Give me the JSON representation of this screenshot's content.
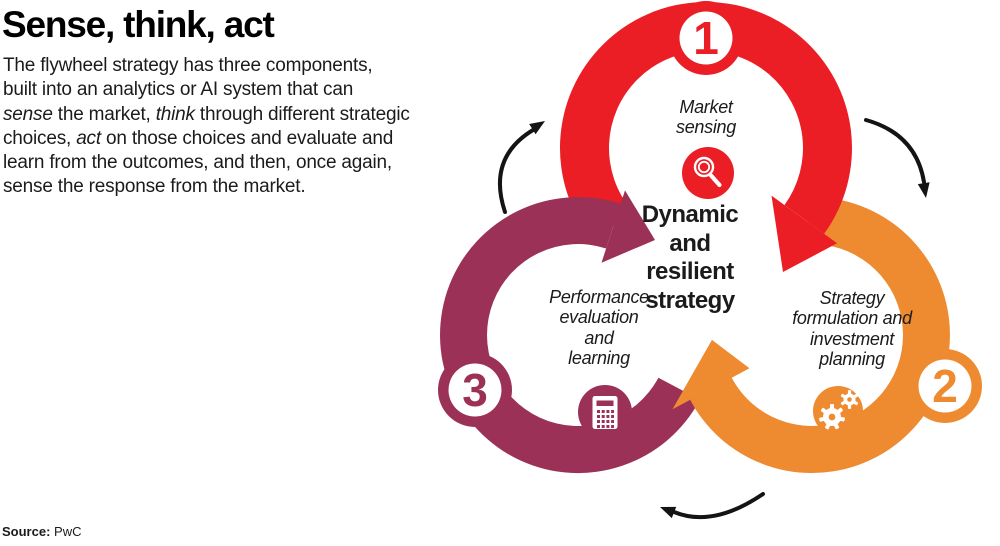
{
  "title": "Sense, think, act",
  "intro": {
    "lines": [
      [
        {
          "t": "The flywheel strategy has three components,"
        }
      ],
      [
        {
          "t": "built into an analytics or AI system that can"
        }
      ],
      [
        {
          "t": "sense",
          "i": true
        },
        {
          "t": " the market, "
        },
        {
          "t": "think",
          "i": true
        },
        {
          "t": " through different strategic"
        }
      ],
      [
        {
          "t": "choices, "
        },
        {
          "t": "act",
          "i": true
        },
        {
          "t": " on those choices and evaluate and"
        }
      ],
      [
        {
          "t": "learn from the outcomes, and then, once again,"
        }
      ],
      [
        {
          "t": "sense the response from the market."
        }
      ]
    ]
  },
  "diagram": {
    "center_lines": [
      "Dynamic",
      "and",
      "resilient",
      "strategy"
    ],
    "steps": [
      {
        "number": "1",
        "label_lines": [
          "Market",
          "sensing"
        ],
        "icon": "magnifier-icon",
        "color_key": "red"
      },
      {
        "number": "2",
        "label_lines": [
          "Strategy",
          "formulation and",
          "investment",
          "planning"
        ],
        "icon": "gears-icon",
        "color_key": "orange"
      },
      {
        "number": "3",
        "label_lines": [
          "Performance",
          "evaluation",
          "and",
          "learning"
        ],
        "icon": "calculator-icon",
        "color_key": "purple"
      }
    ],
    "colors": {
      "red": "#EB1D25",
      "orange": "#EE8B30",
      "purple": "#9B3157",
      "ink": "#1B1B1B",
      "arrow": "#141414",
      "white": "#FFFFFF"
    }
  },
  "source": {
    "label": "Source:",
    "value": "PwC"
  }
}
